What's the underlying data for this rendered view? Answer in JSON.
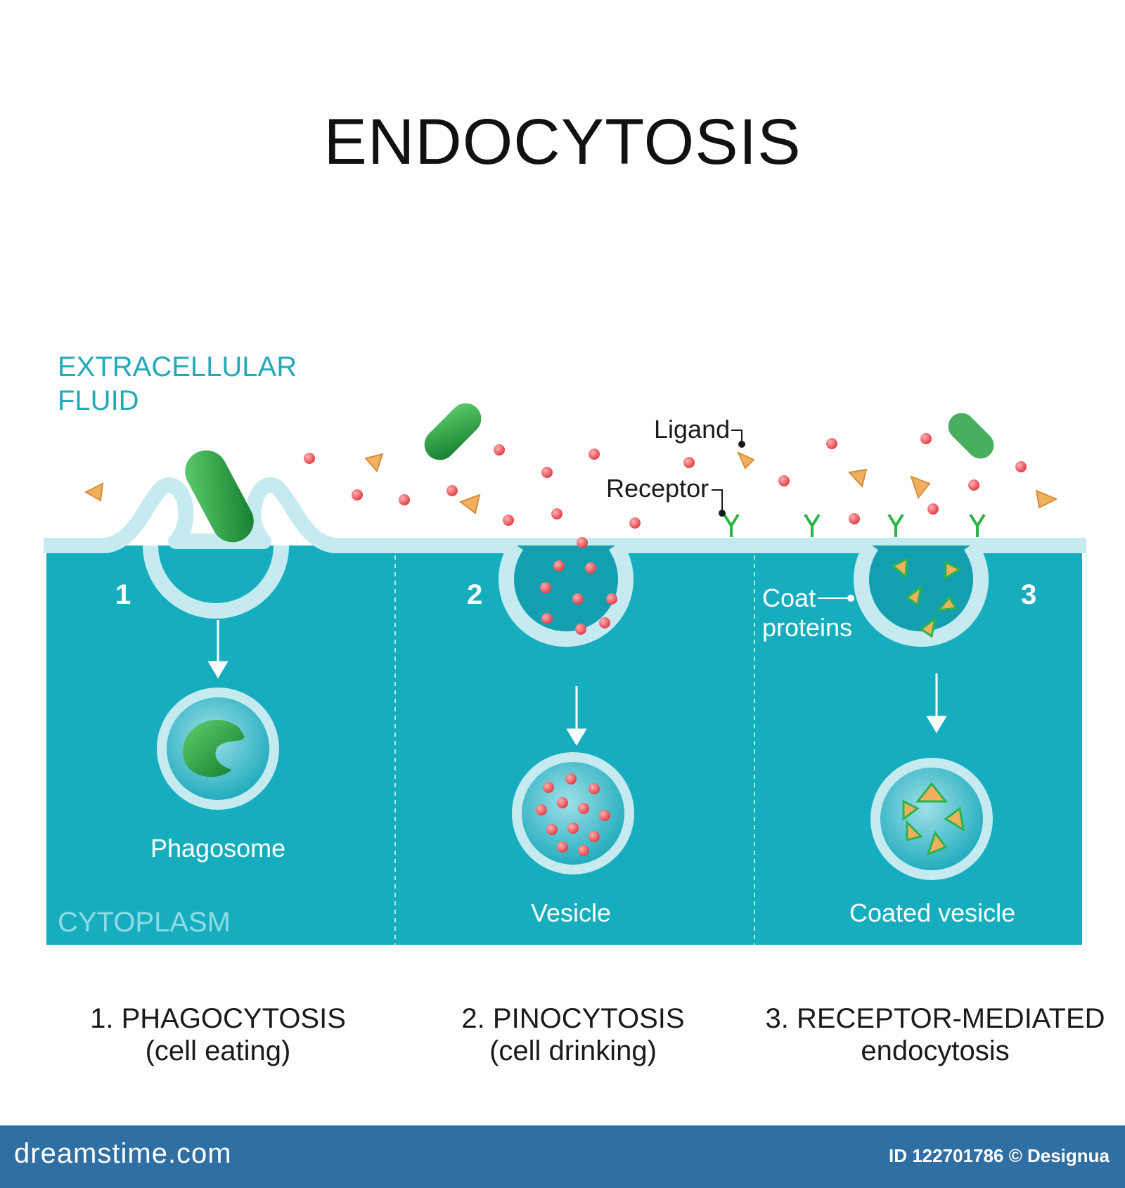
{
  "title": "ENDOCYTOSIS",
  "regions": {
    "extracellular_line1": "EXTRACELLULAR",
    "extracellular_line2": "FLUID",
    "cytoplasm": "CYTOPLASM"
  },
  "markers": {
    "one": "1",
    "two": "2",
    "three": "3"
  },
  "labels": {
    "ligand": "Ligand",
    "receptor": "Receptor",
    "coat_line1": "Coat",
    "coat_line2": "proteins",
    "phagosome": "Phagosome",
    "vesicle": "Vesicle",
    "coated_vesicle": "Coated vesicle"
  },
  "captions": [
    {
      "line1": "1.  PHAGOCYTOSIS",
      "line2": "(cell eating)"
    },
    {
      "line1": "2. PINOCYTOSIS",
      "line2": "(cell drinking)"
    },
    {
      "line1": "3. RECEPTOR-MEDIATED",
      "line2": "endocytosis"
    }
  ],
  "footer": {
    "brand": "dreamstime.com",
    "credit": "ID 122701786 © Designua"
  },
  "colors": {
    "cytoplasm": "#16aebf",
    "membrane": "#c5eaf0",
    "bacterium": "#1f9a3c",
    "particle": "#e8414c",
    "ligand": "#f0b060",
    "receptor": "#2db34a",
    "footer": "#2f6fa3"
  }
}
